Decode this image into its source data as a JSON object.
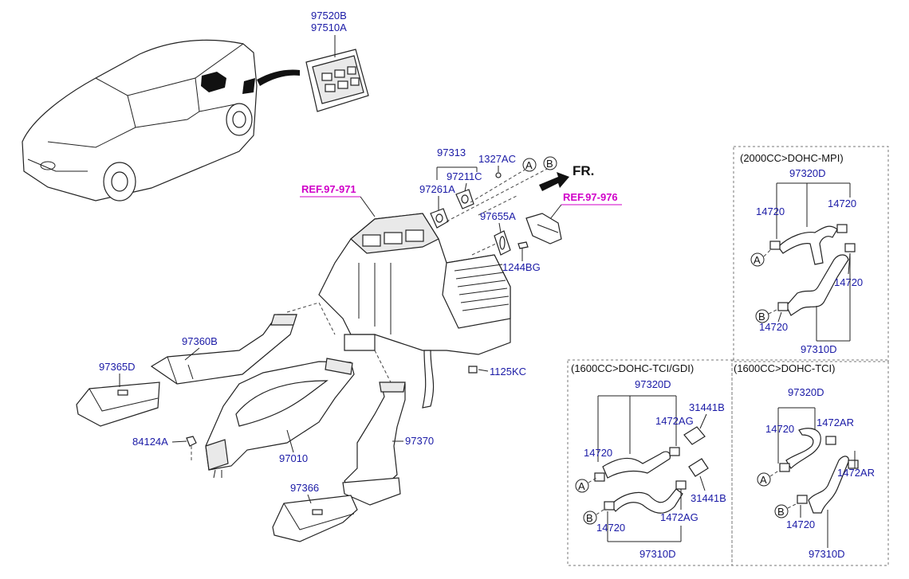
{
  "references": {
    "ref_left": "REF.97-971",
    "ref_right": "REF.97-976"
  },
  "direction": {
    "label": "FR."
  },
  "connectors": {
    "a": "A",
    "b": "B"
  },
  "parts": {
    "p97520B": "97520B",
    "p97510A": "97510A",
    "p97313": "97313",
    "p1327AC": "1327AC",
    "p97211C": "97211C",
    "p97261A": "97261A",
    "p97655A": "97655A",
    "p1244BG": "1244BG",
    "p97360B": "97360B",
    "p97365D": "97365D",
    "p84124A": "84124A",
    "p97010": "97010",
    "p97370": "97370",
    "p97366": "97366",
    "p1125KC": "1125KC"
  },
  "variants": {
    "mpi": {
      "title": "(2000CC>DOHC-MPI)",
      "p97320D": "97320D",
      "p14720_left": "14720",
      "p14720_top_right": "14720",
      "p14720_mid_right": "14720",
      "p14720_bottom": "14720",
      "p97310D": "97310D"
    },
    "tci_gdi": {
      "title": "(1600CC>DOHC-TCI/GDI)",
      "p97320D": "97320D",
      "p31441B_top": "31441B",
      "p1472AG_top": "1472AG",
      "p14720_left": "14720",
      "p31441B_bottom": "31441B",
      "p1472AG_bottom": "1472AG",
      "p14720_bottom": "14720",
      "p97310D": "97310D"
    },
    "tci": {
      "title": "(1600CC>DOHC-TCI)",
      "p97320D": "97320D",
      "p14720_left": "14720",
      "p1472AR_top": "1472AR",
      "p1472AR_right": "1472AR",
      "p14720_bottom": "14720",
      "p97310D": "97310D"
    }
  }
}
